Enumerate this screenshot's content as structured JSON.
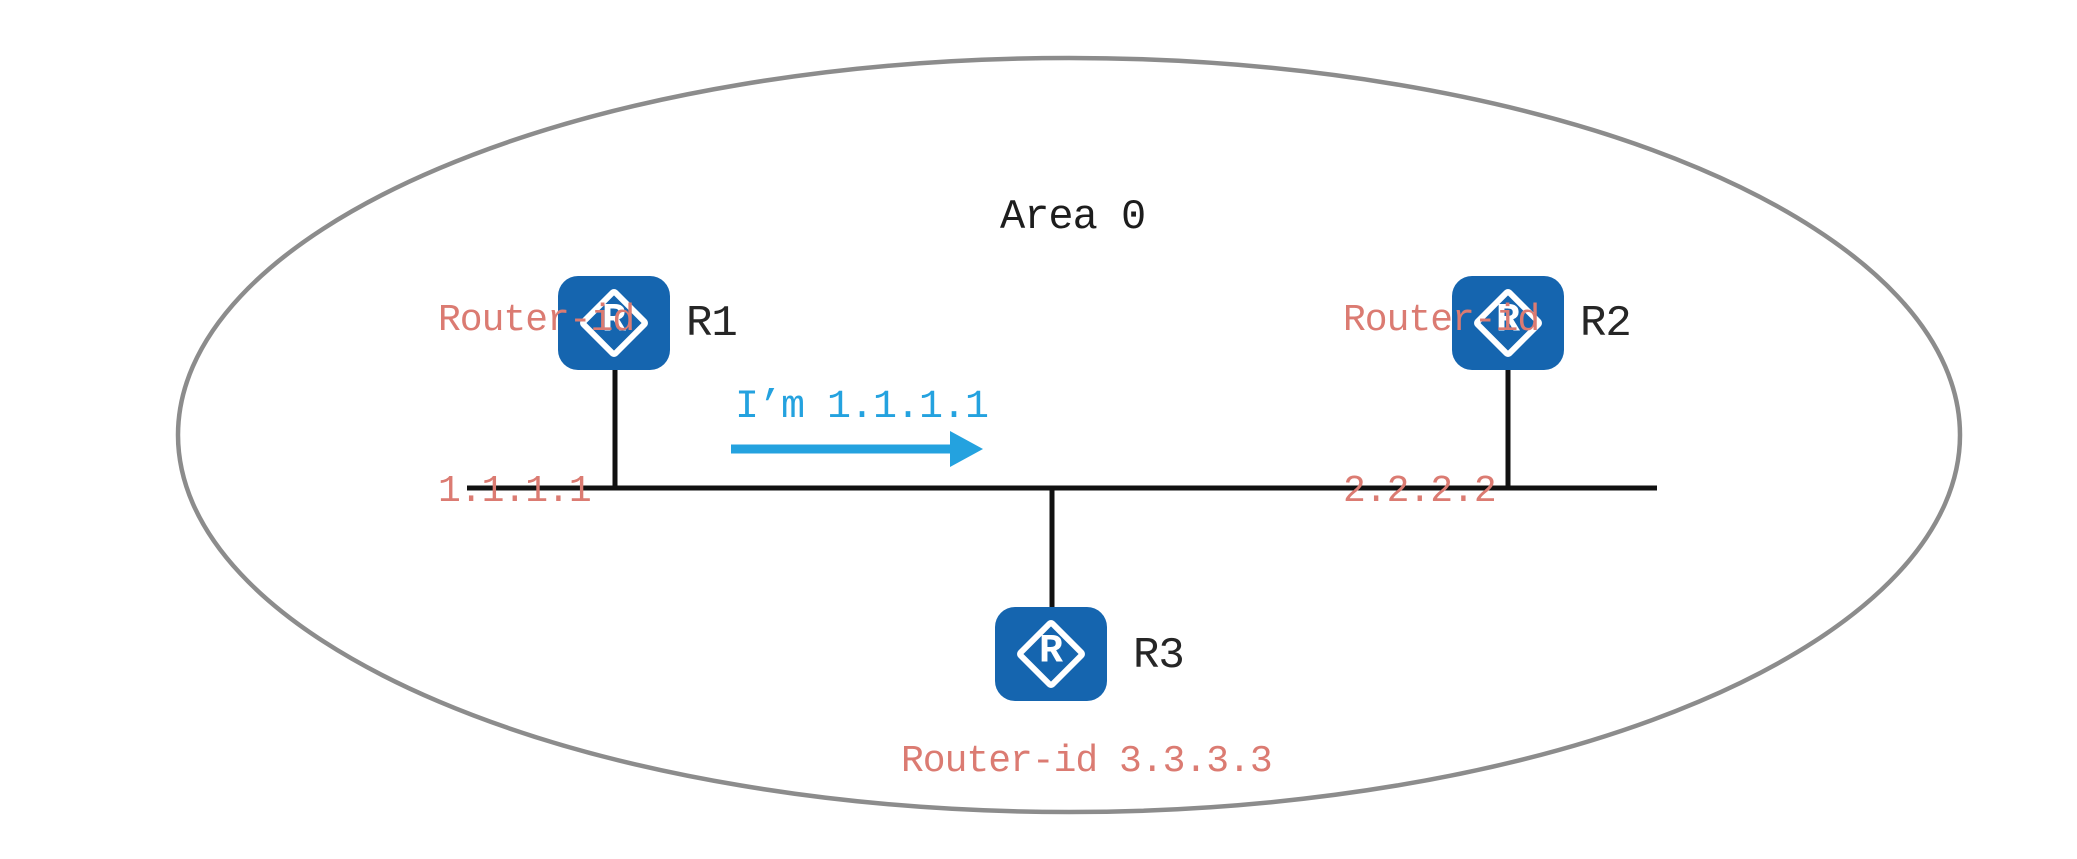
{
  "area": {
    "label": "Area 0"
  },
  "message": {
    "text": "I’m 1.1.1.1"
  },
  "icon_letter": "R",
  "routers": [
    {
      "name": "R1",
      "label_lines": [
        "Router-id",
        "1.1.1.1"
      ]
    },
    {
      "name": "R2",
      "label_lines": [
        "Router-id",
        "2.2.2.2"
      ]
    },
    {
      "name": "R3",
      "label_lines": [
        "Router-id 3.3.3.3"
      ]
    }
  ],
  "colors": {
    "router_icon_fill": "#1565af",
    "router_id_text": "#db7b72",
    "message_accent": "#24a2df",
    "area_boundary": "#8c8c8c",
    "link_line": "#111111",
    "label_text": "#262626"
  }
}
